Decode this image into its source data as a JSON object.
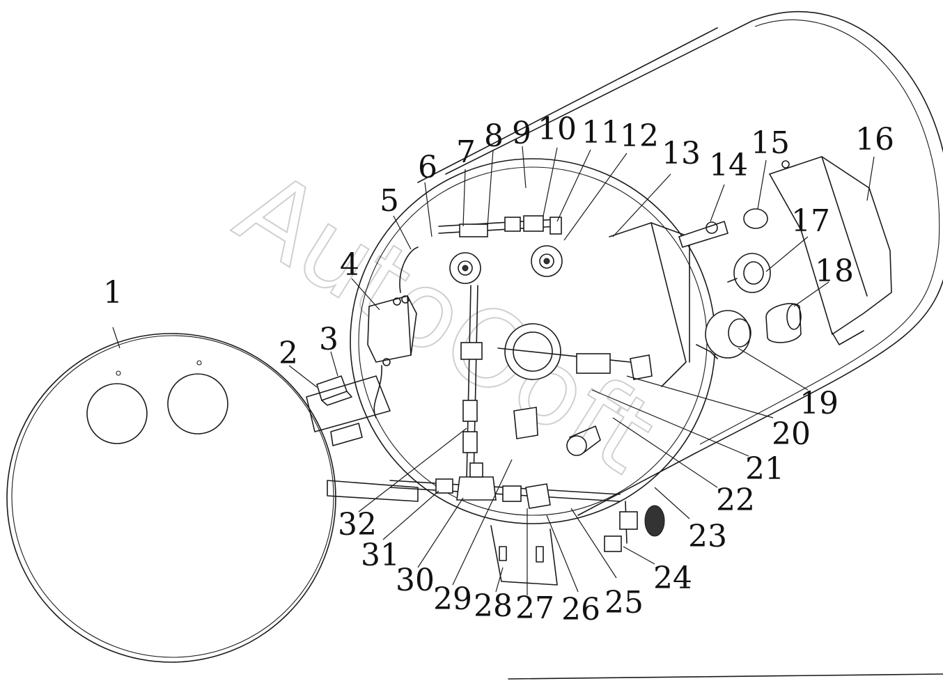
{
  "diagram": {
    "watermark": "AutoOoft",
    "labels": [
      "1",
      "2",
      "3",
      "4",
      "5",
      "6",
      "7",
      "8",
      "9",
      "10",
      "11",
      "12",
      "13",
      "14",
      "15",
      "16",
      "17",
      "18",
      "19",
      "20",
      "21",
      "22",
      "23",
      "24",
      "25",
      "26",
      "27",
      "28",
      "29",
      "30",
      "31",
      "32"
    ]
  }
}
